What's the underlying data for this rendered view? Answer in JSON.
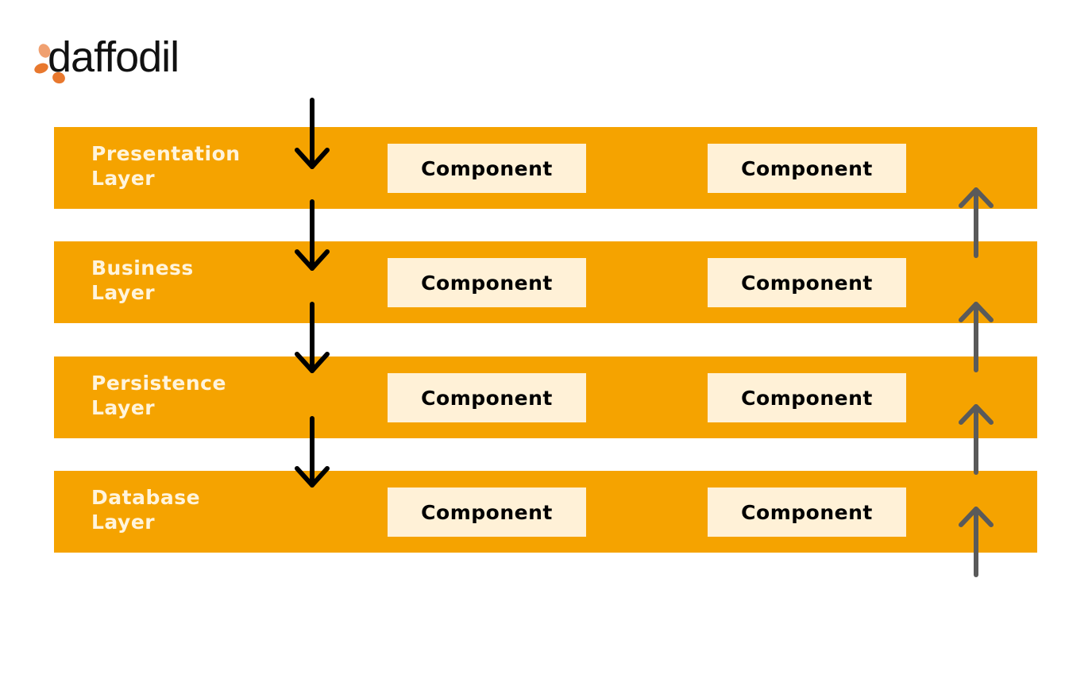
{
  "logo": {
    "text": "daffodil"
  },
  "layers": [
    {
      "name_line1": "Presentation",
      "name_line2": "Layer",
      "components": [
        "Component",
        "Component"
      ]
    },
    {
      "name_line1": "Business",
      "name_line2": "Layer",
      "components": [
        "Component",
        "Component"
      ]
    },
    {
      "name_line1": "Persistence",
      "name_line2": "Layer",
      "components": [
        "Component",
        "Component"
      ]
    },
    {
      "name_line1": "Database",
      "name_line2": "Layer",
      "components": [
        "Component",
        "Component"
      ]
    }
  ],
  "colors": {
    "band": "#f5a300",
    "component_box": "#fff1d7",
    "layer_title": "#fff4dc",
    "request_arrow": "#000000",
    "response_arrow": "#5a5a5a",
    "logo_petal_light": "#f0a070",
    "logo_petal_dark": "#e8782e"
  },
  "flows": {
    "request_direction": "down",
    "response_direction": "up"
  }
}
